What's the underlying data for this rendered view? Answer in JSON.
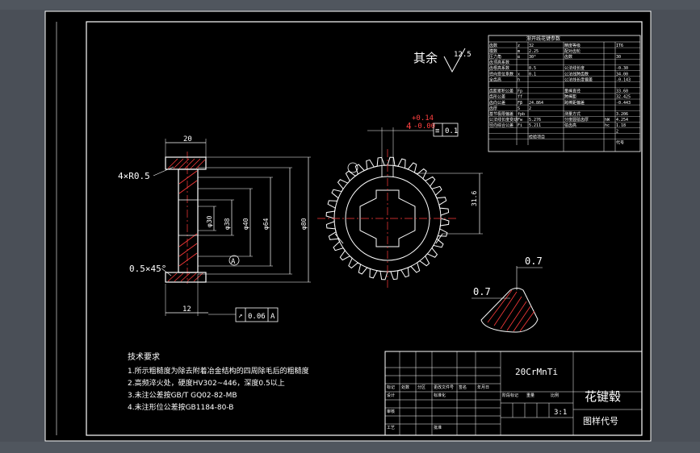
{
  "surface_finish": {
    "label": "其余",
    "value": "12.5"
  },
  "tolerance_upper": "+0.14",
  "tolerance_lower": "-0.00",
  "dim_4": "4",
  "runout_value": "0.1",
  "dim_20": "20",
  "chamfer_radius": "4×R0.5",
  "chamfer_edge": "0.5×45°",
  "dim_12": "12",
  "datum_frame": {
    "value": "0.06",
    "datum": "A"
  },
  "datum_label": "A",
  "dia_labels": [
    "φ30",
    "φ38",
    "φ40",
    "φ64",
    "φ80"
  ],
  "gear_dim": "31.6",
  "detail_dim_1": "0.7",
  "detail_dim_2": "0.7",
  "param_table": {
    "title": "渐开线花键参数",
    "rows": [
      [
        "齿数",
        "z",
        "32",
        "精度等级",
        "",
        "IT6"
      ],
      [
        "模数",
        "m",
        "2.25",
        "配对齿轮",
        "",
        ""
      ],
      [
        "压力角",
        "α",
        "30°",
        "齿数",
        "",
        "30"
      ],
      [
        "齿顶高系数",
        "",
        "",
        "",
        "",
        ""
      ],
      [
        "齿根高系数",
        "",
        "0.5",
        "公法线长度",
        "",
        "-0.30"
      ],
      [
        "径向变位系数",
        "x",
        "0.1",
        "公法线跨齿数",
        "",
        "34.00"
      ],
      [
        "全齿高",
        "h",
        "",
        "公法线长度偏差",
        "",
        "-0.143"
      ],
      [
        "",
        "",
        "",
        "",
        "",
        ""
      ],
      [
        "齿距累积公差",
        "Fp",
        "",
        "量棒直径",
        "",
        "33.60"
      ],
      [
        "齿形公差",
        "ff",
        "",
        "跨棒距",
        "",
        "32.425"
      ],
      [
        "齿向公差",
        "Fβ",
        "24.864",
        "跨棒距偏差",
        "",
        "-0.443"
      ],
      [
        "齿厚",
        "S",
        "2",
        "",
        "",
        ""
      ],
      [
        "基节极限偏差",
        "fpb",
        "",
        "测量方式",
        "",
        "3.206"
      ],
      [
        "公法线长度变动",
        "Fw",
        "5.276",
        "分度圆弦齿厚",
        "hW",
        "4.254"
      ],
      [
        "径向综合公差",
        "Fi",
        "5.211",
        "弦齿高",
        "hc",
        "1.18"
      ],
      [
        "",
        "",
        "",
        "",
        "",
        "2"
      ],
      [
        "",
        "",
        "检验项目",
        "",
        "",
        ""
      ],
      [
        "",
        "",
        "",
        "",
        "",
        "代号"
      ]
    ]
  },
  "notes": {
    "heading": "技术要求",
    "items": [
      "1.所示粗糙度为除去附着冶金结构的四周除毛后的粗糙度",
      "2.高频淬火处，硬度HV302~446，深度0.5以上",
      "3.未注公差按GB/T GQ02-82-MB",
      "4.未注形位公差按GB1184-80-B"
    ]
  },
  "title_block": {
    "material": "20CrMnTi",
    "part_name": "花键毂",
    "drawing_no_label": "图样代号",
    "scale": "3:1",
    "headers_a": [
      "标记",
      "处数",
      "分区",
      "更改文件号",
      "签名",
      "年月日"
    ],
    "headers_b": [
      "设计",
      "",
      "标准化",
      "",
      "阶段标记",
      "重量",
      "比例"
    ],
    "headers_c": [
      "审核",
      "",
      "",
      "",
      "",
      "",
      ""
    ],
    "headers_d": [
      "工艺",
      "",
      "批准",
      "",
      "",
      "",
      ""
    ]
  }
}
